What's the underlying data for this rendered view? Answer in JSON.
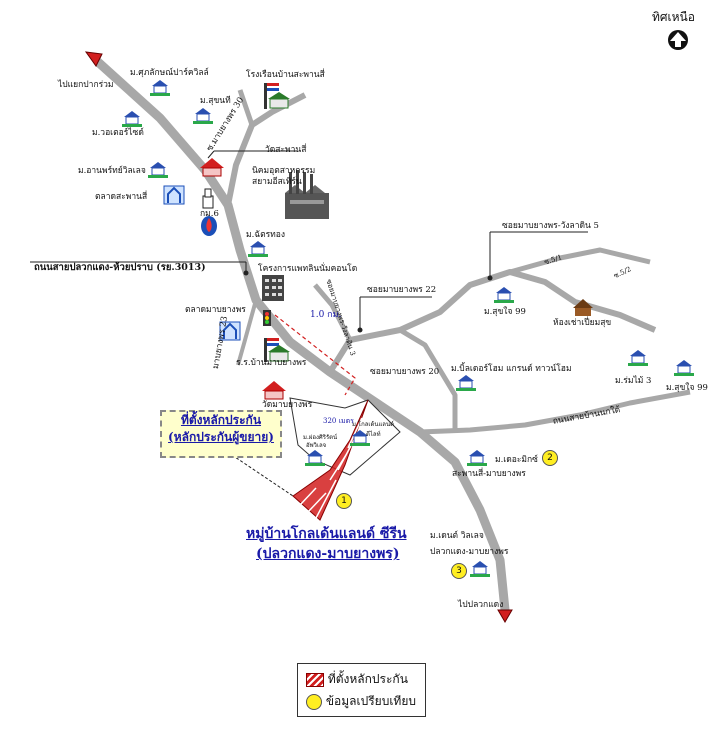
{
  "north": {
    "label": "ทิศเหนือ"
  },
  "roads": {
    "main_road": "ถนนสายปลวกแดง-ห้วยปราบ (รย.3013)",
    "to_pakram": "ไปแยกปากร่วม",
    "to_pluakdaeng": "ไปปลวกแดง",
    "soi30": "ซ.มาบยางพร 30",
    "soi22": "ซอยมาบยางพร 22",
    "soi20": "ซอยมาบยางพร 20",
    "soi5": "ซอยมาบยางพร-วังลาดิน 5",
    "soi23": "มาบยางพร 23",
    "side_road_vertical": "ซอยมาบยางพร-วังลาดิน 3",
    "sor51": "ซ.5/1",
    "sor52": "ซ.5/2",
    "road_noknoi": "ถนนสายบ้านนกใต้",
    "distance": "1.0 กม.",
    "distance2": "320 เมตร"
  },
  "places": {
    "m_suklak": "ม.ศุภลักษณ์ปาร์ควิลล์",
    "rongruean": "โรงเรือนบ้านสะพานสี่",
    "m_suksan": "ม.สุขนที",
    "m_water": "ม.วอเตอร์ไซด์",
    "m_anup": "ม.อานพร์ทย์วิลเลจ",
    "market_sa": "ตลาดสะพานสี่",
    "wat_sapansi": "วัดสะพานสี่",
    "industrial": "นิคมอุตสาหกรรม",
    "industrial2": "สยามอีสเทิร์น",
    "km6": "กม.6",
    "m_chatthong": "ม.ฉัตรทอง",
    "condo": "โครงการแพทลินนั่มคอนโด",
    "market_mab": "ตลาดมาบยางพร",
    "school": "ร.ร.บ้านมาบยางพร",
    "wat_mab": "วัดมาบยางพร",
    "m_sukjai99a": "ม.สุขใจ 99",
    "rooms": "ห้องเช่าเปี่ยมสุข",
    "m_builder": "ม.บิ้ลเดอร์โฮม แกรนด์ ทาวน์โฮม",
    "m_romphai": "ม.ร่มไม้ 3",
    "m_sukjai99b": "ม.สุขใจ 99",
    "m_dmix": "ม.เดอะมิกซ์",
    "sapan_mab": "สะพานสี่-มาบยางพร",
    "m_dent": "ม.เดนต์ วิลเลจ",
    "pluak_mab": "ปลวกแดง-มาบยางพร",
    "m_soksirin": "ม.ผ่องศิริรัตน์",
    "m_soksirin2": "อัพวิเลจ",
    "m_golden_small": "ม.โกลเด้นแลนด์",
    "m_golden_small2": "ดีไลท์"
  },
  "callout": {
    "line1": "ที่ตั้งหลักประกัน",
    "line2": "(หลักประกันผู้ขยาย)"
  },
  "project": {
    "line1": "หมู่บ้านโกลเด้นแลนด์ ซีรีน",
    "line2": "(ปลวกแดง-มาบยางพร)"
  },
  "badges": {
    "b1": "1",
    "b2": "2",
    "b3": "3"
  },
  "legend": {
    "collateral": "ที่ตั้งหลักประกัน",
    "comparison": "ข้อมูลเปรียบเทียบ"
  },
  "colors": {
    "road": "#a8a8a8",
    "collateral": "#d21f1f",
    "badge": "#ffee22",
    "link": "#1a1aa8",
    "callout_bg": "#ffffcc"
  }
}
